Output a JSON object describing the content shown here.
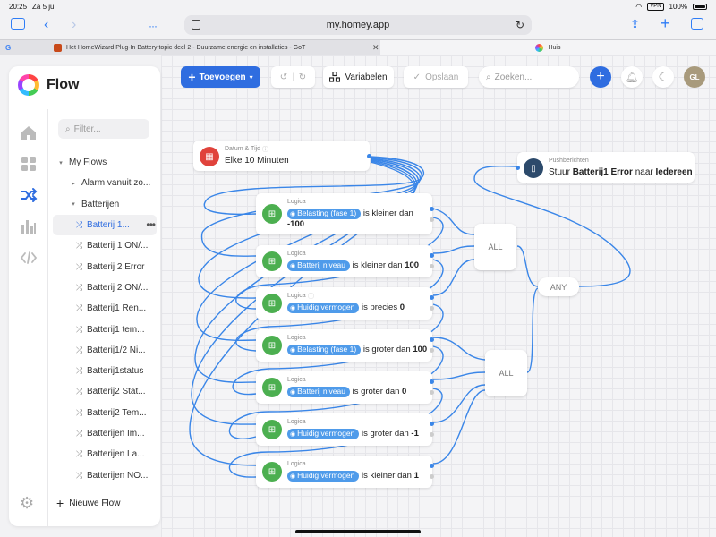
{
  "statusbar": {
    "time": "20:25",
    "date": "Za 5 jul",
    "vpn": "VPN",
    "battery": "100%"
  },
  "browser": {
    "url": "my.homey.app"
  },
  "tabs": [
    {
      "label": "Het HomeWizard Plug-In Battery topic deel 2 - Duurzame energie en installaties - GoT"
    },
    {
      "label": "Huis"
    }
  ],
  "sidebar": {
    "app_title": "Flow",
    "filter_placeholder": "Filter...",
    "tree": [
      {
        "label": "My Flows",
        "caret": "▾"
      },
      {
        "label": "Alarm vanuit zo...",
        "caret": "▸"
      },
      {
        "label": "Batterijen",
        "caret": "▾"
      },
      {
        "label": "Batterij 1..."
      },
      {
        "label": "Batterij 1 ON/..."
      },
      {
        "label": "Batterij 2 Error"
      },
      {
        "label": "Batterij 2 ON/..."
      },
      {
        "label": "Batterij1 Ren..."
      },
      {
        "label": "Batterij1 tem..."
      },
      {
        "label": "Batterij1/2 Ni..."
      },
      {
        "label": "Batterij1status"
      },
      {
        "label": "Batterij2 Stat..."
      },
      {
        "label": "Batterij2 Tem..."
      },
      {
        "label": "Batterijen Im..."
      },
      {
        "label": "Batterijen La..."
      },
      {
        "label": "Batterijen NO..."
      }
    ],
    "new_flow": "Nieuwe Flow"
  },
  "toolbar": {
    "add": "Toevoegen",
    "variables": "Variabelen",
    "save": "Opslaan",
    "search_placeholder": "Zoeken...",
    "avatar": "GL"
  },
  "cards": {
    "trigger": {
      "category": "Datum & Tijd",
      "text": "Elke 10 Minuten"
    },
    "action": {
      "category": "Pushberichten",
      "pre": "Stuur",
      "bold": "Batterij1 Error",
      "mid": "naar",
      "bold2": "Iedereen"
    },
    "conditions": [
      {
        "category": "Logica",
        "tag": "Belasting (fase 1)",
        "op": "is kleiner dan",
        "value": "-100"
      },
      {
        "category": "Logica",
        "tag": "Batterij niveau",
        "op": "is kleiner dan",
        "value": "100"
      },
      {
        "category": "Logica",
        "tag": "Huidig vermogen",
        "op": "is precies",
        "value": "0"
      },
      {
        "category": "Logica",
        "tag": "Belasting (fase 1)",
        "op": "is groter dan",
        "value": "100"
      },
      {
        "category": "Logica",
        "tag": "Batterij niveau",
        "op": "is groter dan",
        "value": "0"
      },
      {
        "category": "Logica",
        "tag": "Huidig vermogen",
        "op": "is groter dan",
        "value": "-1"
      },
      {
        "category": "Logica",
        "tag": "Huidig vermogen",
        "op": "is kleiner dan",
        "value": "1"
      }
    ],
    "gates": {
      "all1": "ALL",
      "all2": "ALL",
      "any": "ANY"
    }
  },
  "colors": {
    "accent": "#2f6de0",
    "logic_green": "#4caf50",
    "trigger_red": "#e0433c",
    "push_navy": "#2c4a6b",
    "wire": "#3a86e8"
  }
}
